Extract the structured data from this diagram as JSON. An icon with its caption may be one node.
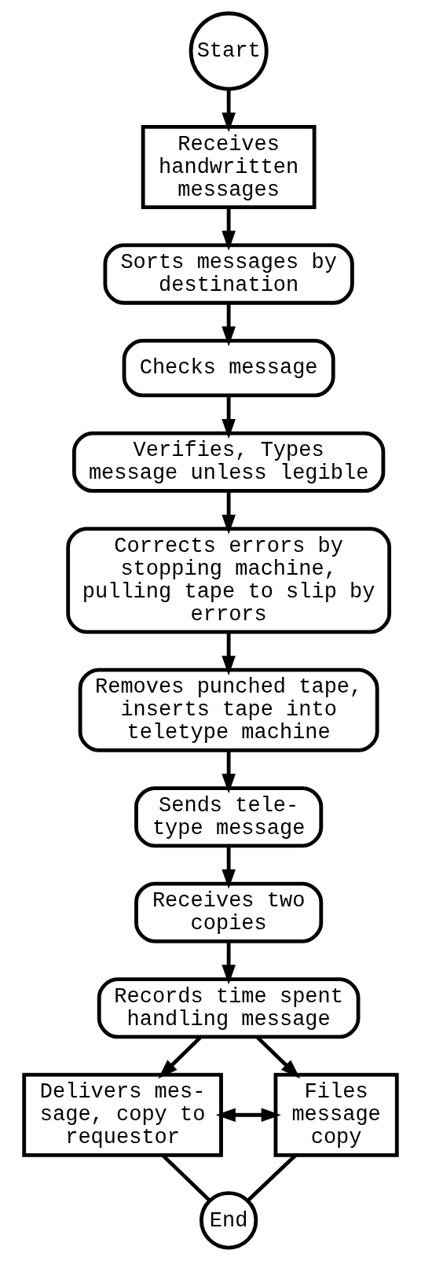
{
  "diagram": {
    "nodes": [
      {
        "text": [
          "Start"
        ]
      },
      {
        "text": [
          "Receives handwritten messages"
        ]
      },
      {
        "text": [
          "Sorts messages by destination"
        ]
      },
      {
        "text": [
          "Checks message"
        ]
      },
      {
        "text": [
          "Verifies, Types message unless legible"
        ]
      },
      {
        "text": [
          "Corrects errors by stopping machine, pulling tape to slip by errors"
        ]
      },
      {
        "text": [
          "Removes punched tape, inserts tape into teletype machine"
        ]
      },
      {
        "text": [
          "Sends tele- type message"
        ]
      },
      {
        "text": [
          "Receives two copies"
        ]
      },
      {
        "text": [
          "Records time spent handling message"
        ]
      },
      {
        "text": [
          "Delivers mes- sage, copy to requestor"
        ]
      },
      {
        "text": [
          "Files message copy"
        ]
      },
      {
        "text": [
          "End"
        ]
      }
    ],
    "edges": [
      {
        "from": 0,
        "to": 1,
        "arrow": "to"
      },
      {
        "from": 1,
        "to": 2,
        "arrow": "to"
      },
      {
        "from": 2,
        "to": 3,
        "arrow": "to"
      },
      {
        "from": 3,
        "to": 4,
        "arrow": "to"
      },
      {
        "from": 4,
        "to": 5,
        "arrow": "to"
      },
      {
        "from": 5,
        "to": 6,
        "arrow": "to"
      },
      {
        "from": 6,
        "to": 7,
        "arrow": "to"
      },
      {
        "from": 7,
        "to": 8,
        "arrow": "to"
      },
      {
        "from": 8,
        "to": 9,
        "arrow": "to"
      },
      {
        "from": 9,
        "to": 10,
        "arrow": "to"
      },
      {
        "from": 9,
        "to": 11,
        "arrow": "to"
      },
      {
        "from": 10,
        "to": 11,
        "arrow": "both"
      },
      {
        "from": 10,
        "to": 12,
        "arrow": "none"
      },
      {
        "from": 11,
        "to": 12,
        "arrow": "none"
      }
    ]
  }
}
